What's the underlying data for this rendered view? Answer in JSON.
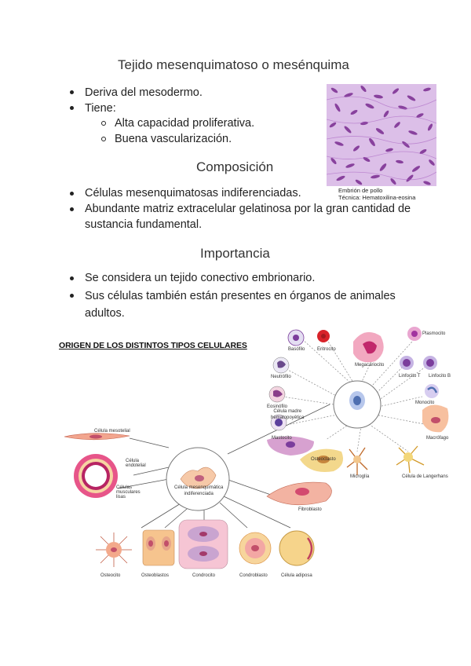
{
  "heading": "Tejido mesenquimatoso o mesénquima",
  "bullets_top": [
    "Deriva del mesodermo.",
    "Tiene:"
  ],
  "sub_bullets": [
    "Alta capacidad proliferativa.",
    "Buena vascularización."
  ],
  "composicion_title": "Composición",
  "composicion_items": [
    "Células mesenquimatosas indiferenciadas.",
    "Abundante matriz extracelular gelatinosa por la gran cantidad de sustancia fundamental."
  ],
  "importancia_title": "Importancia",
  "importancia_items": [
    "Se considera un tejido conectivo embrionario.",
    "Sus células también están presentes en órganos de animales adultos."
  ],
  "micrograph": {
    "caption_line1": "Embrión de pollo",
    "caption_line2": "Técnica: Hematoxilina-eosina"
  },
  "figure": {
    "title": "ORIGEN DE LOS DISTINTOS TIPOS CELULARES",
    "center_label_1": "Célula mesenquimática",
    "center_label_2": "indiferenciada",
    "hemato_label_1": "Célula madre",
    "hemato_label_2": "hematopoyética",
    "labels": {
      "celula_mesotelial": "Célula mesotelial",
      "celula_endotelial": "Célula endotelial",
      "celulas_musculares_lisas": "Células musculares lisas",
      "fibroblasto": "Fibroblasto",
      "osteocito": "Osteocito",
      "osteoblastos": "Osteoblastos",
      "condrocito": "Condrocito",
      "condroblasto": "Condroblasto",
      "celula_adiposa": "Célula adiposa",
      "basofilo": "Basófilo",
      "eritrocito": "Eritrocito",
      "megacariocito": "Megacariocito",
      "plasmocito": "Plasmocito",
      "linfocito_t": "Linfocito T",
      "linfocito_b": "Linfocito B",
      "monocito": "Monocito",
      "macrofago": "Macrófago",
      "neutrofilo": "Neutrófilo",
      "eosinofilo": "Eosinófilo",
      "mastocito": "Mastocito",
      "osteoclasto": "Osteoclasto",
      "microglia": "Microglía",
      "celula_langerhans": "Célula de Langerhans"
    }
  },
  "colors": {
    "micrograph_bg": "#d9b8e6",
    "micrograph_stain": "#7a2c91",
    "nucleus_purple": "#7b3d9c",
    "cell_pink": "#f4b4c4",
    "erythrocyte_red": "#d8232a",
    "fat_yellow": "#f5d58a"
  }
}
